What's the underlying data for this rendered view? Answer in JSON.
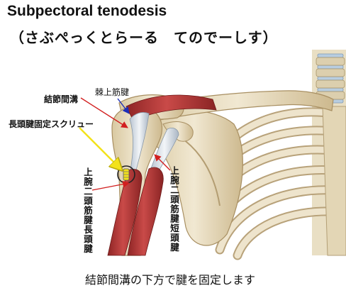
{
  "title": {
    "english": "Subpectoral tenodesis",
    "japanese": "（さぶぺっくとらーる　てのでーしす）"
  },
  "labels": {
    "bicipital_groove": "結節間溝",
    "supraspinatus_tendon": "棘上筋腱",
    "long_head_screw": "長頭腱固定スクリュー",
    "biceps_long_head": "上腕二頭筋腱長頭腱",
    "biceps_short_head": "上腕二頭筋腱短頭腱"
  },
  "caption": "結節間溝の下方で腱を固定します",
  "colors": {
    "bone": "#ece2c8",
    "bone_shadow": "#c9b68c",
    "muscle": "#b83a3a",
    "tendon": "#dfe6ee",
    "arrow_red": "#d21f1f",
    "arrow_blue": "#1d2fb8",
    "arrow_yellow": "#f3e21a"
  }
}
